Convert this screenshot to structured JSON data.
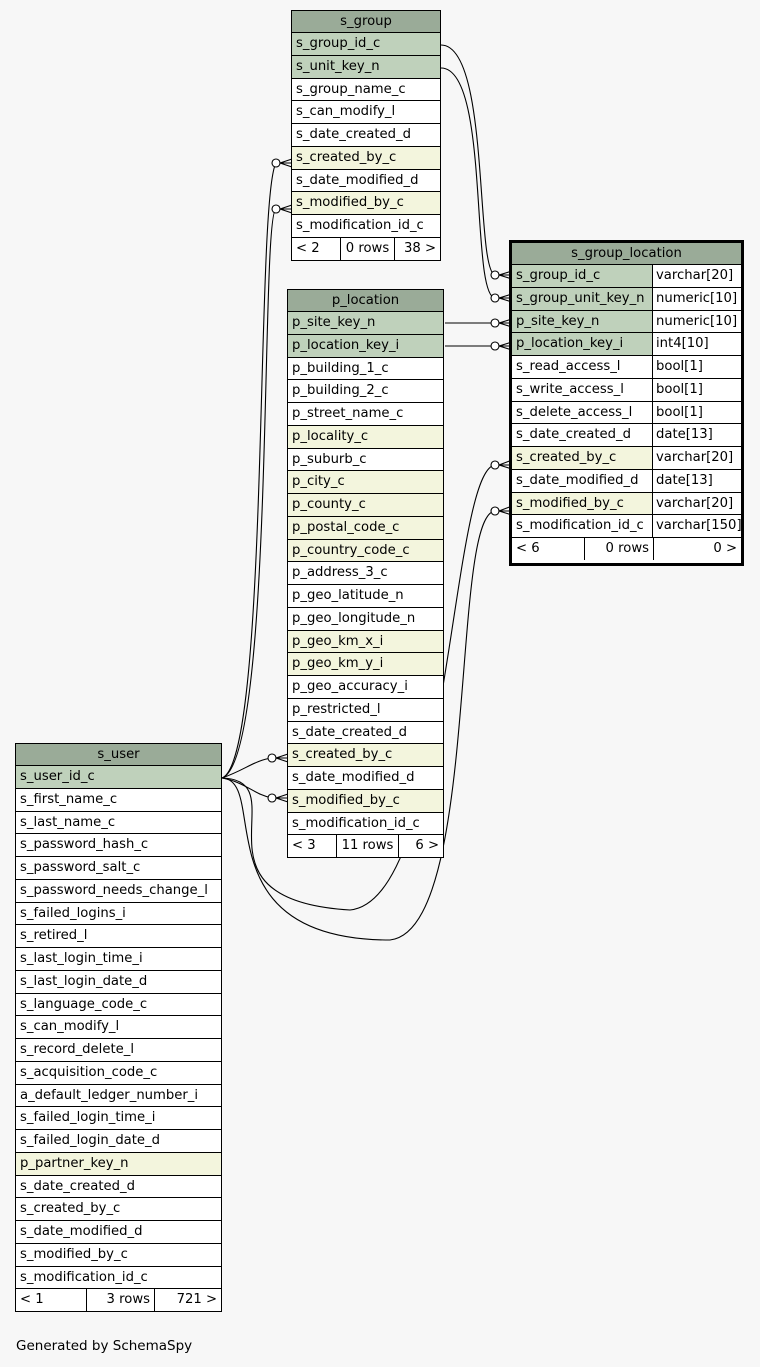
{
  "tables": {
    "s_group": {
      "name": "s_group",
      "columns": [
        {
          "name": "s_group_id_c",
          "kind": "pk"
        },
        {
          "name": "s_unit_key_n",
          "kind": "pk"
        },
        {
          "name": "s_group_name_c",
          "kind": "plain"
        },
        {
          "name": "s_can_modify_l",
          "kind": "plain"
        },
        {
          "name": "s_date_created_d",
          "kind": "plain"
        },
        {
          "name": "s_created_by_c",
          "kind": "fk"
        },
        {
          "name": "s_date_modified_d",
          "kind": "plain"
        },
        {
          "name": "s_modified_by_c",
          "kind": "fk"
        },
        {
          "name": "s_modification_id_c",
          "kind": "plain"
        }
      ],
      "footer": {
        "parents": "< 2",
        "rows": "0 rows",
        "children": "38 >"
      }
    },
    "p_location": {
      "name": "p_location",
      "columns": [
        {
          "name": "p_site_key_n",
          "kind": "pk"
        },
        {
          "name": "p_location_key_i",
          "kind": "pk"
        },
        {
          "name": "p_building_1_c",
          "kind": "plain"
        },
        {
          "name": "p_building_2_c",
          "kind": "plain"
        },
        {
          "name": "p_street_name_c",
          "kind": "plain"
        },
        {
          "name": "p_locality_c",
          "kind": "fk"
        },
        {
          "name": "p_suburb_c",
          "kind": "plain"
        },
        {
          "name": "p_city_c",
          "kind": "fk"
        },
        {
          "name": "p_county_c",
          "kind": "fk"
        },
        {
          "name": "p_postal_code_c",
          "kind": "fk"
        },
        {
          "name": "p_country_code_c",
          "kind": "fk"
        },
        {
          "name": "p_address_3_c",
          "kind": "plain"
        },
        {
          "name": "p_geo_latitude_n",
          "kind": "plain"
        },
        {
          "name": "p_geo_longitude_n",
          "kind": "plain"
        },
        {
          "name": "p_geo_km_x_i",
          "kind": "fk"
        },
        {
          "name": "p_geo_km_y_i",
          "kind": "fk"
        },
        {
          "name": "p_geo_accuracy_i",
          "kind": "plain"
        },
        {
          "name": "p_restricted_l",
          "kind": "plain"
        },
        {
          "name": "s_date_created_d",
          "kind": "plain"
        },
        {
          "name": "s_created_by_c",
          "kind": "fk"
        },
        {
          "name": "s_date_modified_d",
          "kind": "plain"
        },
        {
          "name": "s_modified_by_c",
          "kind": "fk"
        },
        {
          "name": "s_modification_id_c",
          "kind": "plain"
        }
      ],
      "footer": {
        "parents": "< 3",
        "rows": "11 rows",
        "children": "6 >"
      }
    },
    "s_group_location": {
      "name": "s_group_location",
      "columns": [
        {
          "name": "s_group_id_c",
          "kind": "pk",
          "type": "varchar[20]"
        },
        {
          "name": "s_group_unit_key_n",
          "kind": "pk",
          "type": "numeric[10]"
        },
        {
          "name": "p_site_key_n",
          "kind": "pk",
          "type": "numeric[10]"
        },
        {
          "name": "p_location_key_i",
          "kind": "pk",
          "type": "int4[10]"
        },
        {
          "name": "s_read_access_l",
          "kind": "plain",
          "type": "bool[1]"
        },
        {
          "name": "s_write_access_l",
          "kind": "plain",
          "type": "bool[1]"
        },
        {
          "name": "s_delete_access_l",
          "kind": "plain",
          "type": "bool[1]"
        },
        {
          "name": "s_date_created_d",
          "kind": "plain",
          "type": "date[13]"
        },
        {
          "name": "s_created_by_c",
          "kind": "fk",
          "type": "varchar[20]"
        },
        {
          "name": "s_date_modified_d",
          "kind": "plain",
          "type": "date[13]"
        },
        {
          "name": "s_modified_by_c",
          "kind": "fk",
          "type": "varchar[20]"
        },
        {
          "name": "s_modification_id_c",
          "kind": "plain",
          "type": "varchar[150]"
        }
      ],
      "footer": {
        "parents": "< 6",
        "rows": "0 rows",
        "children": "0 >"
      }
    },
    "s_user": {
      "name": "s_user",
      "columns": [
        {
          "name": "s_user_id_c",
          "kind": "pk"
        },
        {
          "name": "s_first_name_c",
          "kind": "plain"
        },
        {
          "name": "s_last_name_c",
          "kind": "plain"
        },
        {
          "name": "s_password_hash_c",
          "kind": "plain"
        },
        {
          "name": "s_password_salt_c",
          "kind": "plain"
        },
        {
          "name": "s_password_needs_change_l",
          "kind": "plain"
        },
        {
          "name": "s_failed_logins_i",
          "kind": "plain"
        },
        {
          "name": "s_retired_l",
          "kind": "plain"
        },
        {
          "name": "s_last_login_time_i",
          "kind": "plain"
        },
        {
          "name": "s_last_login_date_d",
          "kind": "plain"
        },
        {
          "name": "s_language_code_c",
          "kind": "plain"
        },
        {
          "name": "s_can_modify_l",
          "kind": "plain"
        },
        {
          "name": "s_record_delete_l",
          "kind": "plain"
        },
        {
          "name": "s_acquisition_code_c",
          "kind": "plain"
        },
        {
          "name": "a_default_ledger_number_i",
          "kind": "plain"
        },
        {
          "name": "s_failed_login_time_i",
          "kind": "plain"
        },
        {
          "name": "s_failed_login_date_d",
          "kind": "plain"
        },
        {
          "name": "p_partner_key_n",
          "kind": "fk"
        },
        {
          "name": "s_date_created_d",
          "kind": "plain"
        },
        {
          "name": "s_created_by_c",
          "kind": "plain"
        },
        {
          "name": "s_date_modified_d",
          "kind": "plain"
        },
        {
          "name": "s_modified_by_c",
          "kind": "plain"
        },
        {
          "name": "s_modification_id_c",
          "kind": "plain"
        }
      ],
      "footer": {
        "parents": "< 1",
        "rows": "3 rows",
        "children": "721 >"
      }
    }
  },
  "colors": {
    "header": "#9aab98",
    "primary_key": "#bfd1bb",
    "foreign_key": "#f3f5dd",
    "background": "#f7f7f7"
  },
  "footer_text": "Generated by SchemaSpy"
}
